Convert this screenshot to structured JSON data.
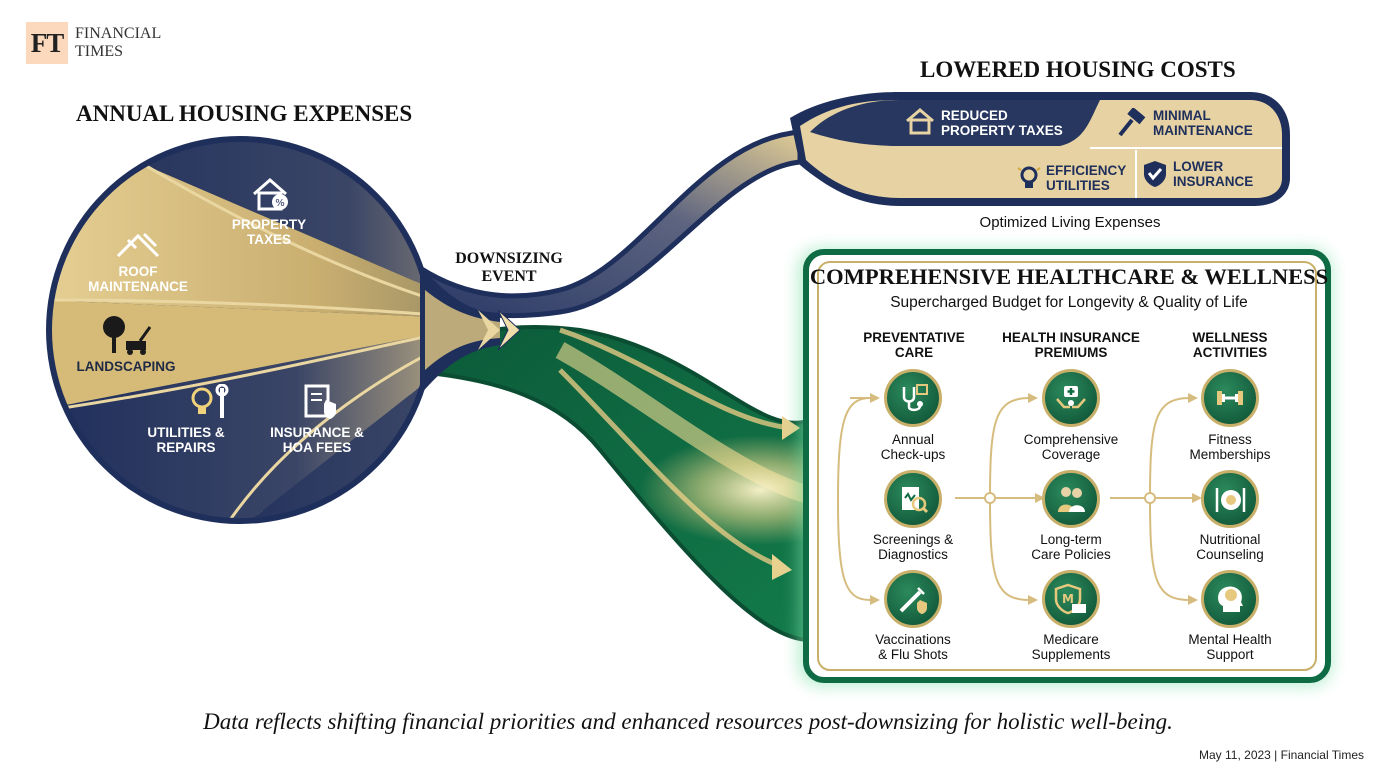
{
  "brand": {
    "logo_mark": "FT",
    "name": "FINANCIAL\nTIMES"
  },
  "left": {
    "title": "ANNUAL HOUSING EXPENSES",
    "segments": [
      {
        "label": "PROPERTY\nTAXES",
        "icon": "house-percent-icon"
      },
      {
        "label": "ROOF\nMAINTENANCE",
        "icon": "roof-tools-icon"
      },
      {
        "label": "LANDSCAPING",
        "icon": "tree-mower-icon"
      },
      {
        "label": "UTILITIES &\nREPAIRS",
        "icon": "bulb-wrench-icon"
      },
      {
        "label": "INSURANCE &\nHOA FEES",
        "icon": "document-shield-icon"
      }
    ]
  },
  "event": {
    "label": "DOWNSIZING\nEVENT"
  },
  "lowered": {
    "title": "LOWERED HOUSING COSTS",
    "items": [
      {
        "label": "REDUCED\nPROPERTY TAXES",
        "icon": "house-icon"
      },
      {
        "label": "MINIMAL\nMAINTENANCE",
        "icon": "hammer-icon"
      },
      {
        "label": "EFFICIENCY\nUTILITIES",
        "icon": "lightbulb-icon"
      },
      {
        "label": "LOWER\nINSURANCE",
        "icon": "shield-check-icon"
      }
    ],
    "caption": "Optimized Living Expenses"
  },
  "health": {
    "title": "COMPREHENSIVE HEALTHCARE & WELLNESS",
    "subtitle": "Supercharged Budget for Longevity & Quality of Life",
    "columns": [
      {
        "header": "PREVENTATIVE\nCARE",
        "items": [
          {
            "label": "Annual\nCheck-ups",
            "icon": "stethoscope-calendar-icon"
          },
          {
            "label": "Screenings &\nDiagnostics",
            "icon": "clipboard-magnifier-icon"
          },
          {
            "label": "Vaccinations\n& Flu Shots",
            "icon": "syringe-shield-icon"
          }
        ]
      },
      {
        "header": "HEALTH INSURANCE\nPREMIUMS",
        "items": [
          {
            "label": "Comprehensive\nCoverage",
            "icon": "hands-medical-kit-icon"
          },
          {
            "label": "Long-term\nCare Policies",
            "icon": "elderly-couple-icon"
          },
          {
            "label": "Medicare\nSupplements",
            "icon": "medicare-shield-money-icon"
          }
        ]
      },
      {
        "header": "WELLNESS\nACTIVITIES",
        "items": [
          {
            "label": "Fitness\nMemberships",
            "icon": "dumbbell-icon"
          },
          {
            "label": "Nutritional\nCounseling",
            "icon": "plate-fork-knife-icon"
          },
          {
            "label": "Mental Health\nSupport",
            "icon": "brain-head-icon"
          }
        ]
      }
    ]
  },
  "footer": {
    "caption": "Data reflects shifting financial priorities and enhanced resources post-downsizing for holistic well-being.",
    "dateline": "May 11, 2023 | Financial Times"
  },
  "colors": {
    "navy": "#1f2f5c",
    "gold": "#d9bf7f",
    "green": "#0f6b43",
    "glow": "#7fe0a8"
  }
}
